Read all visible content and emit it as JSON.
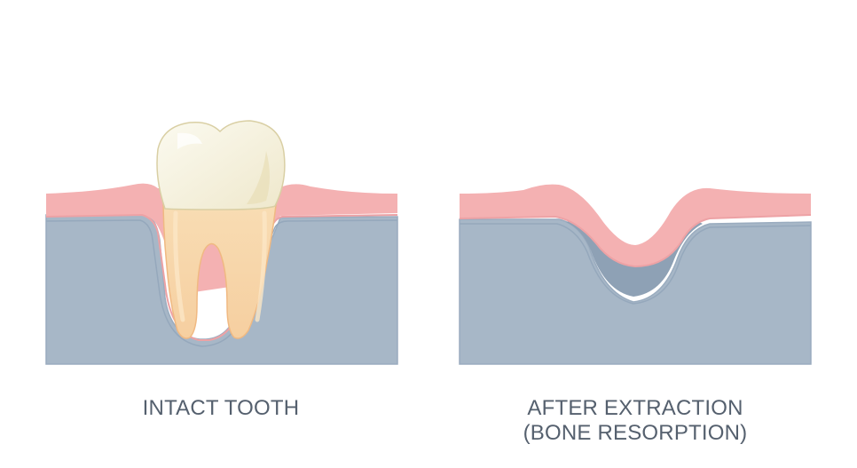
{
  "panels": {
    "left": {
      "caption": "INTACT TOOTH"
    },
    "right": {
      "caption_line1": "AFTER EXTRACTION",
      "caption_line2": "(BONE RESORPTION)"
    }
  },
  "colors": {
    "gum": "#f3b1b2",
    "gum_edge": "#e89a9c",
    "bone": "#a7b7c7",
    "bone_edge": "#8fa1b4",
    "socket_dark": "#8ea1b5",
    "enamel": "#f4f1de",
    "root": "#f6d7a8",
    "caption": "#55606e"
  }
}
